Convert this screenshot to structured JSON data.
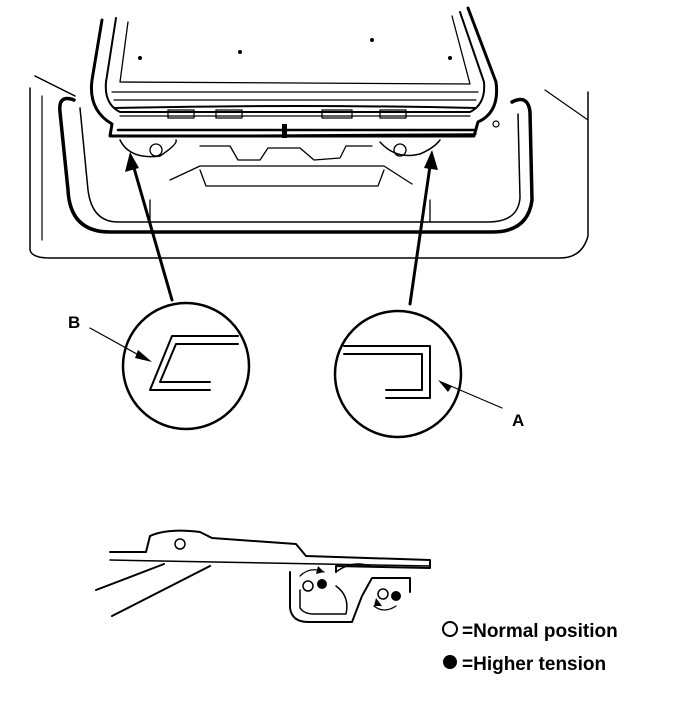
{
  "callouts": {
    "a": "A",
    "b": "B"
  },
  "legend": {
    "normal": {
      "label": "=Normal position",
      "marker": "open-circle"
    },
    "higher": {
      "label": "=Higher tension",
      "marker": "filled-circle"
    }
  },
  "colors": {
    "ink": "#000000",
    "paper": "#ffffff"
  }
}
